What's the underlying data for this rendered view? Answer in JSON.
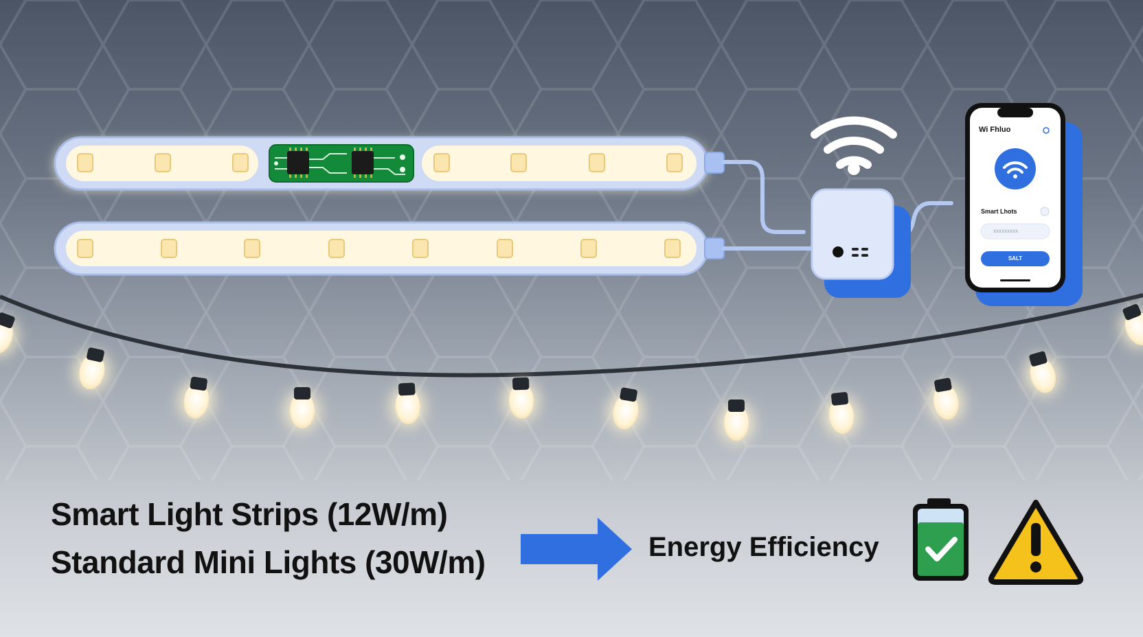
{
  "captions": {
    "line1": "Smart Light Strips (12W/m)",
    "line2": "Standard Mini Lights (30W/m)",
    "result": "Energy Efficiency"
  },
  "phone": {
    "title": "Wi Fhluo",
    "section_label": "Smart Lhots",
    "input_placeholder": "xxxxxxxxx",
    "button_label": "SALT"
  },
  "colors": {
    "accent_blue": "#2f6fe0",
    "led_glow": "#fff6da",
    "battery_green": "#2e9e4f",
    "warning_yellow": "#f5c21b",
    "pcb_green": "#138a3a"
  },
  "icons": [
    "wifi-icon",
    "arrow-right-icon",
    "battery-check-icon",
    "warning-icon",
    "chip-icon"
  ]
}
